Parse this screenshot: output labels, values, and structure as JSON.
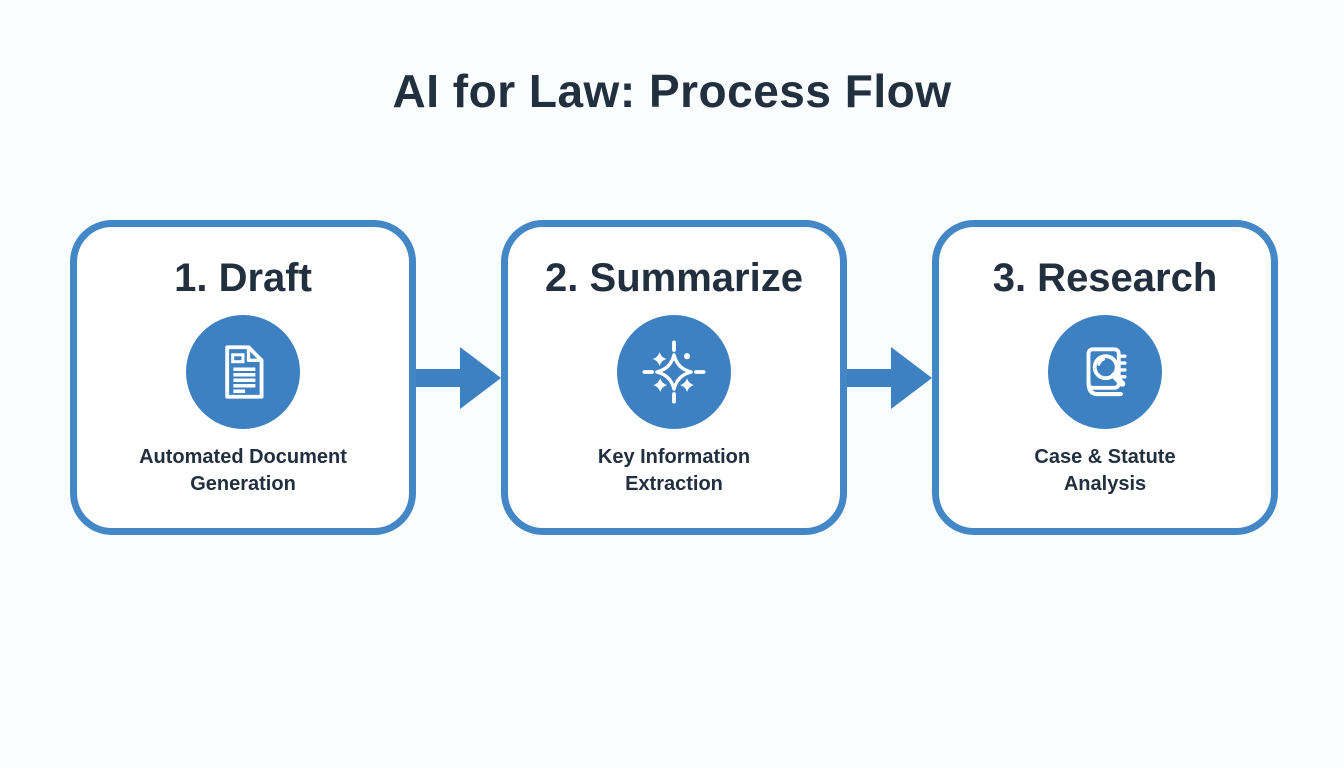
{
  "page": {
    "title": "AI for Law: Process Flow"
  },
  "colors": {
    "accent_blue": "#3D81C3",
    "card_border": "#4387C7",
    "card_bg": "#FFFFFF",
    "heading": "#212F3F",
    "background": "#FAFDFE",
    "icon_fg": "#FFFFFF"
  },
  "steps": [
    {
      "title": "1. Draft",
      "caption": "Automated Document\nGeneration",
      "icon": "document-icon"
    },
    {
      "title": "2. Summarize",
      "caption": "Key Information\nExtraction",
      "icon": "sparkles-icon"
    },
    {
      "title": "3. Research",
      "caption": "Case & Statute\nAnalysis",
      "icon": "book-search-icon"
    }
  ],
  "connectors": [
    {
      "icon": "arrow-right-icon"
    },
    {
      "icon": "arrow-right-icon"
    }
  ]
}
